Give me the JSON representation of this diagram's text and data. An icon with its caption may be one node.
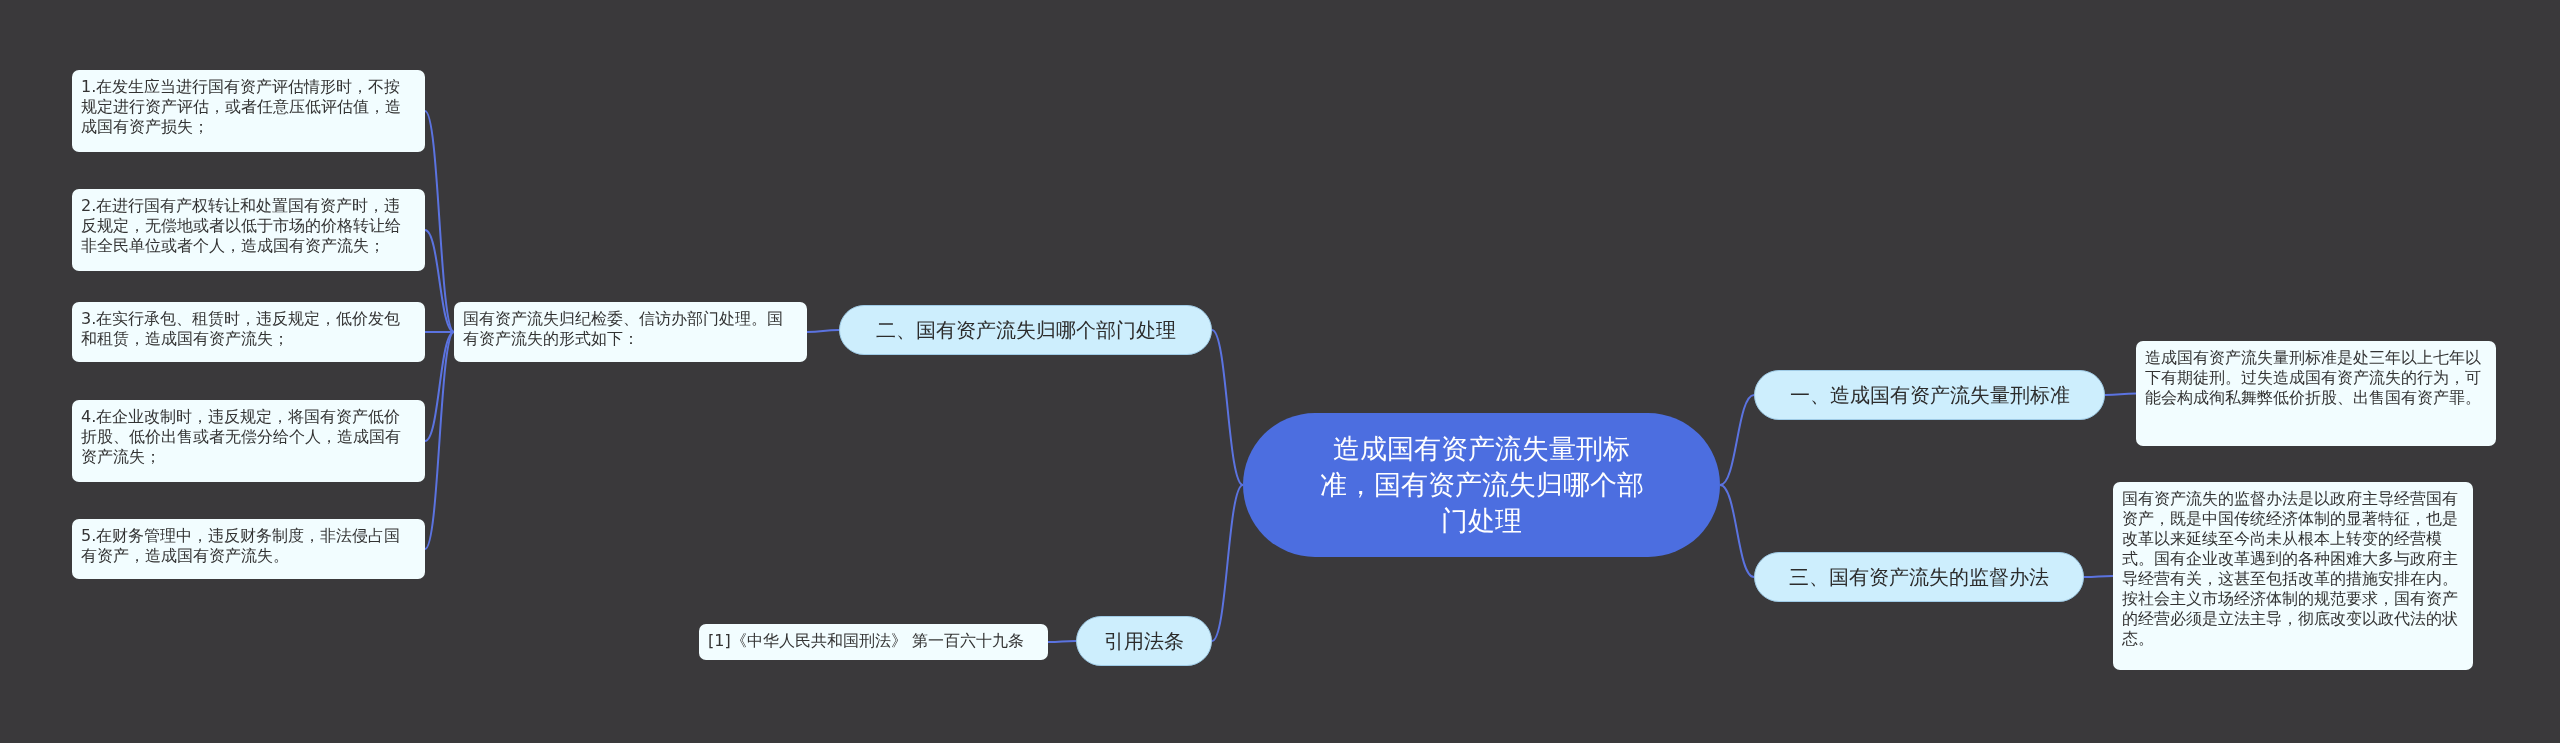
{
  "diagram": {
    "nodes": [
      {
        "text": [
          "造成国有资产流失量刑标准，国有资产流失归哪个部门处理"
        ]
      },
      {
        "text": [
          "二、国有资产流失归哪个部门处理"
        ]
      },
      {
        "text": [
          "国有资产流失归纪检委、信访办部门处理。国有资产流失的形式如下："
        ]
      },
      {
        "text": [
          "1.在发生应当进行国有资产评估情形时，不按规定进行资产评估，或者任意压低评估值，造成国有资产损失；"
        ]
      },
      {
        "text": [
          "2.在进行国有产权转让和处置国有资产时，违反规定，无偿地或者以低于市场的价格转让给非全民单位或者个人，造成国有资产流失；"
        ]
      },
      {
        "text": [
          "3.在实行承包、租赁时，违反规定，低价发包和租赁，造成国有资产流失；"
        ]
      },
      {
        "text": [
          "4.在企业改制时，违反规定，将国有资产低价折股、低价出售或者无偿分给个人，造成国有资产流失；"
        ]
      },
      {
        "text": [
          "5.在财务管理中，违反财务制度，非法侵占国有资产，造成国有资产流失。"
        ]
      },
      {
        "text": [
          "一、造成国有资产流失量刑标准"
        ]
      },
      {
        "text": [
          "造成国有资产流失量刑标准是处三年以上七年以下有期徒刑。过失造成国有资产流失的行为，可能会构成徇私舞弊低价折股、出售国有资产罪。"
        ]
      },
      {
        "text": [
          "三、国有资产流失的监督办法"
        ]
      },
      {
        "text": [
          "国有资产流失的监督办法是以政府主导经营国有资产，既是中国传统经济体制的显著特征，也是改革以来延续至今尚未从根本上转变的经营模式。国有企业改革遇到的各种困难大多与政府主导经营有关，这甚至包括改革的措施安排在内。按社会主义市场经济体制的规范要求，国有资产的经营必须是立法主导，彻底改变以政代法的状态。"
        ]
      },
      {
        "text": [
          "引用法条"
        ]
      },
      {
        "text": [
          "[1]《中华人民共和国刑法》 第一百六十九条"
        ]
      }
    ],
    "edges": [
      {
        "from": 0,
        "to": 1,
        "arrow": "none"
      },
      {
        "from": 1,
        "to": 2,
        "arrow": "none"
      },
      {
        "from": 2,
        "to": 3,
        "arrow": "none"
      },
      {
        "from": 2,
        "to": 4,
        "arrow": "none"
      },
      {
        "from": 2,
        "to": 5,
        "arrow": "none"
      },
      {
        "from": 2,
        "to": 6,
        "arrow": "none"
      },
      {
        "from": 2,
        "to": 7,
        "arrow": "none"
      },
      {
        "from": 0,
        "to": 8,
        "arrow": "none"
      },
      {
        "from": 8,
        "to": 9,
        "arrow": "none"
      },
      {
        "from": 0,
        "to": 10,
        "arrow": "none"
      },
      {
        "from": 10,
        "to": 11,
        "arrow": "none"
      },
      {
        "from": 0,
        "to": 12,
        "arrow": "none"
      },
      {
        "from": 12,
        "to": 13,
        "arrow": "none"
      }
    ]
  }
}
